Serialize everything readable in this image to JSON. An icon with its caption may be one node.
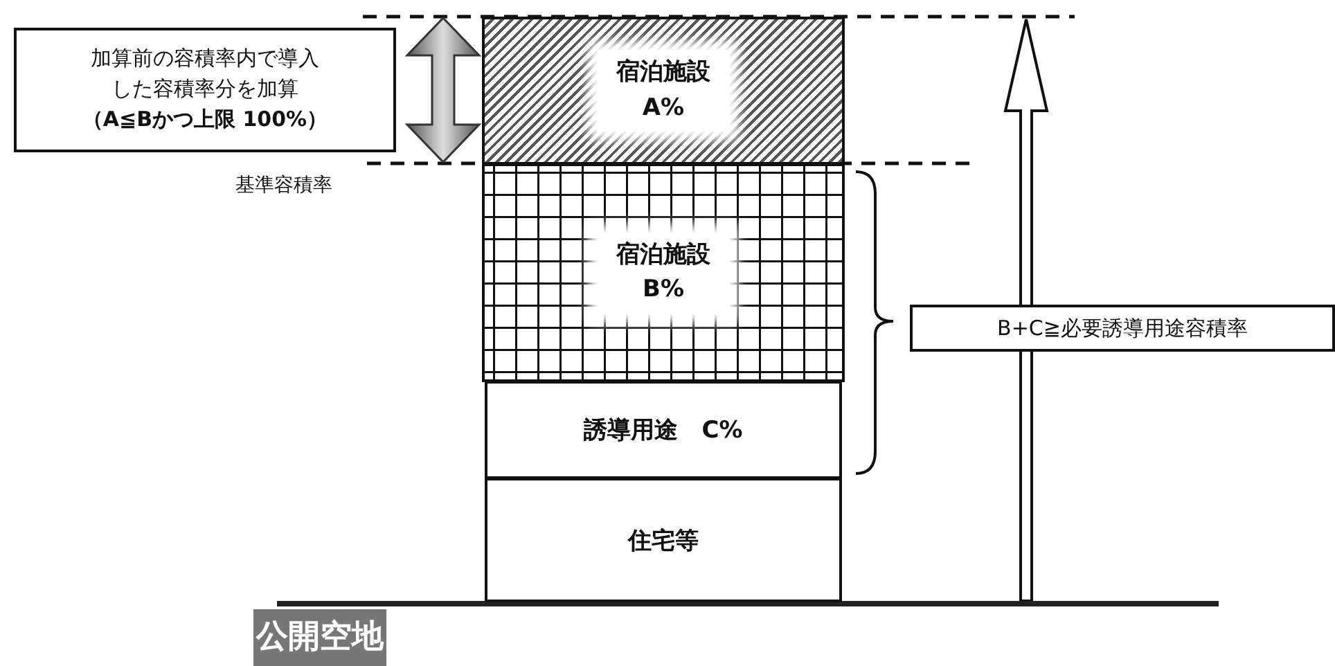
{
  "diagram": {
    "nodes": [
      {
        "text": [
          "加算前の容積率内で導入した容積率分を加算",
          "（A≦Bかつ上限 100%）"
        ]
      },
      {
        "text": [
          "宿泊施設",
          "A%"
        ]
      },
      {
        "text": [
          "宿泊施設",
          "B%"
        ]
      },
      {
        "text": [
          "誘導用途　C%"
        ]
      },
      {
        "text": [
          "住宅等"
        ]
      },
      {
        "text": [
          "B+C≧必要誘導用途容積率"
        ]
      },
      {
        "text": [
          "公開空地"
        ]
      }
    ],
    "edges": [],
    "labels": [
      "基準容積率"
    ]
  }
}
